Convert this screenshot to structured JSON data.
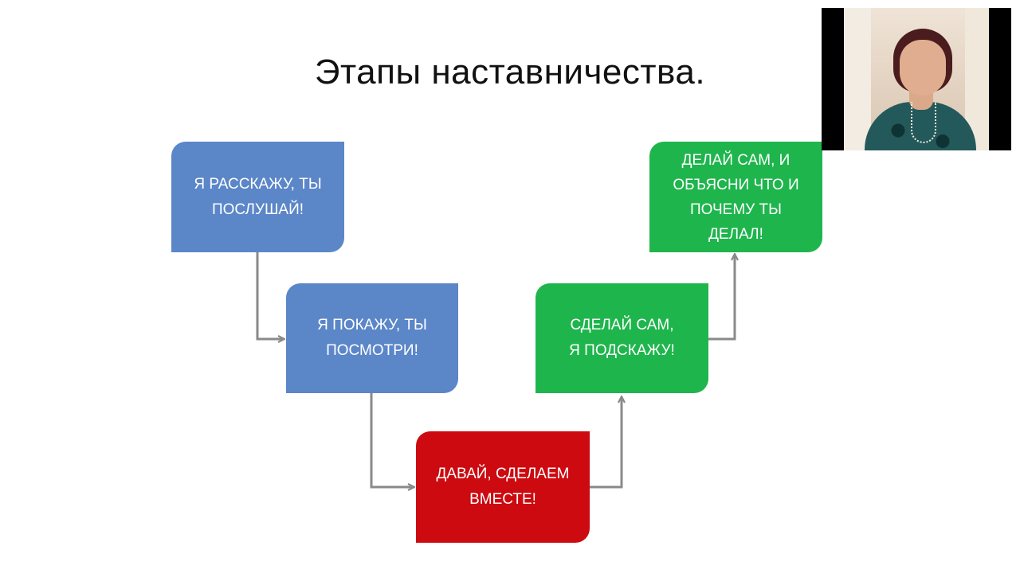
{
  "title": "Этапы наставничества.",
  "colors": {
    "blue": "#5b86c8",
    "green": "#1fb54d",
    "red": "#cc0a10",
    "connector": "#8a8a8a"
  },
  "steps": [
    {
      "id": "tell",
      "label": "Я РАССКАЖУ, ТЫ\nПОСЛУШАЙ!",
      "color": "blue"
    },
    {
      "id": "show",
      "label": "Я ПОКАЖУ, ТЫ\nПОСМОТРИ!",
      "color": "blue"
    },
    {
      "id": "together",
      "label": "ДАВАЙ, СДЕЛАЕМ\nВМЕСТЕ!",
      "color": "red"
    },
    {
      "id": "hint",
      "label": "СДЕЛАЙ САМ,\nЯ ПОДСКАЖУ!",
      "color": "green"
    },
    {
      "id": "explain",
      "label": "ДЕЛАЙ САМ, И\nОБЪЯСНИ ЧТО И\nПОЧЕМУ ТЫ\nДЕЛАЛ!",
      "color": "green"
    }
  ],
  "connections": [
    {
      "from": "tell",
      "to": "show"
    },
    {
      "from": "show",
      "to": "together"
    },
    {
      "from": "together",
      "to": "hint"
    },
    {
      "from": "hint",
      "to": "explain"
    }
  ],
  "webcam": {
    "icon": "presenter-video"
  }
}
